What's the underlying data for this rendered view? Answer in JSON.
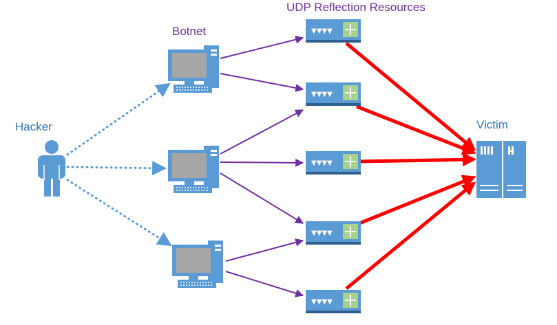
{
  "labels": {
    "botnet": "Botnet",
    "udp_reflection_resources": "UDP Reflection Resources",
    "hacker": "Hacker",
    "victim": "Victim"
  },
  "colors": {
    "label_purple": "#7030a0",
    "label_blue": "#2e75b6",
    "device_blue": "#5b9bd5",
    "device_dark": "#2e5f8f",
    "screen_gray": "#a6a6a6",
    "router_green": "#a9d18e",
    "attack_red": "#ff0000",
    "command_purple": "#7030a0",
    "control_dotted": "#5b9bd5"
  },
  "nodes": {
    "hacker": {
      "icon": "person-icon"
    },
    "botnet": [
      {
        "icon": "computer-icon"
      },
      {
        "icon": "computer-icon"
      },
      {
        "icon": "computer-icon"
      }
    ],
    "reflectors": [
      {
        "icon": "router-icon"
      },
      {
        "icon": "router-icon"
      },
      {
        "icon": "router-icon"
      },
      {
        "icon": "router-icon"
      },
      {
        "icon": "router-icon"
      }
    ],
    "victim": {
      "icon": "server-icon"
    }
  },
  "edges": {
    "hacker_to_botnet": {
      "style": "dotted",
      "from": "hacker",
      "to": [
        "botnet-1",
        "botnet-2",
        "botnet-3"
      ]
    },
    "botnet_to_reflectors": {
      "style": "solid-purple",
      "pairs": [
        [
          "botnet-1",
          "reflector-1"
        ],
        [
          "botnet-1",
          "reflector-2"
        ],
        [
          "botnet-2",
          "reflector-2"
        ],
        [
          "botnet-2",
          "reflector-3"
        ],
        [
          "botnet-2",
          "reflector-4"
        ],
        [
          "botnet-3",
          "reflector-4"
        ],
        [
          "botnet-3",
          "reflector-5"
        ]
      ]
    },
    "reflectors_to_victim": {
      "style": "thick-red",
      "from": [
        "reflector-1",
        "reflector-2",
        "reflector-3",
        "reflector-4",
        "reflector-5"
      ],
      "to": "victim"
    }
  }
}
